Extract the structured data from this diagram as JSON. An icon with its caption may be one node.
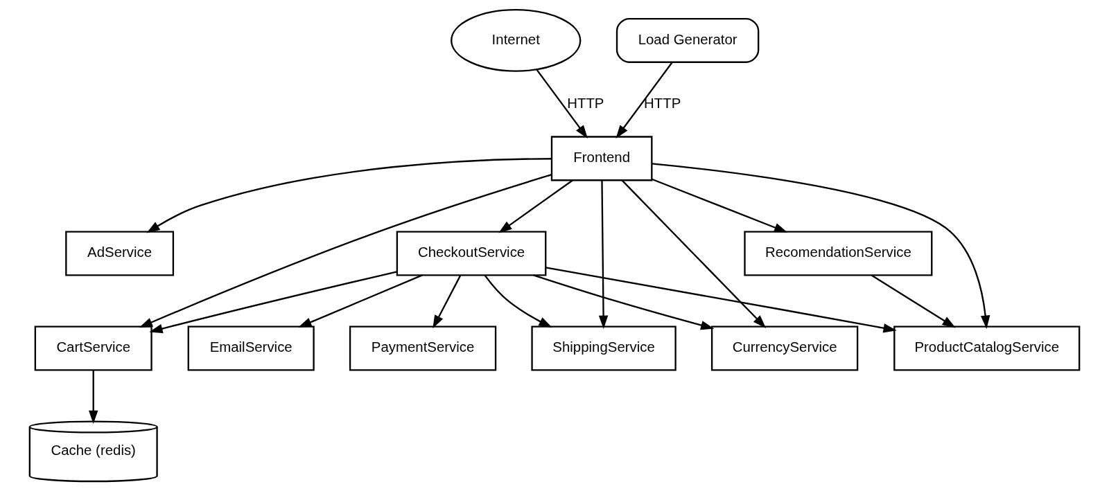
{
  "diagram": {
    "nodes": [
      {
        "text": [
          "Internet"
        ]
      },
      {
        "text": [
          "Load Generator"
        ]
      },
      {
        "text": [
          "EmailService"
        ]
      },
      {
        "text": [
          "AdService"
        ]
      },
      {
        "text": [
          "PaymentService"
        ]
      },
      {
        "text": [
          "CheckoutService"
        ]
      },
      {
        "text": [
          "CartService"
        ]
      },
      {
        "text": [
          "Frontend"
        ]
      },
      {
        "text": [
          "Cache (redis)"
        ]
      },
      {
        "text": [
          "ShippingService"
        ]
      },
      {
        "text": [
          "CurrencyService"
        ]
      },
      {
        "text": [
          "ProductCatalogService"
        ]
      },
      {
        "text": [
          "RecomendationService"
        ]
      }
    ],
    "edges": [
      {
        "from": 0,
        "to": 7,
        "arrow": "to",
        "label": "HTTP"
      },
      {
        "from": 1,
        "to": 7,
        "arrow": "to",
        "label": "HTTP"
      },
      {
        "from": 5,
        "to": 2,
        "arrow": "to"
      },
      {
        "from": 5,
        "to": 4,
        "arrow": "to"
      },
      {
        "from": 5,
        "to": 9,
        "arrow": "to"
      },
      {
        "from": 5,
        "to": 6,
        "arrow": "to"
      },
      {
        "from": 5,
        "to": 10,
        "arrow": "to"
      },
      {
        "from": 5,
        "to": 11,
        "arrow": "to"
      },
      {
        "from": 7,
        "to": 3,
        "arrow": "to"
      },
      {
        "from": 7,
        "to": 5,
        "arrow": "to"
      },
      {
        "from": 7,
        "to": 6,
        "arrow": "to"
      },
      {
        "from": 7,
        "to": 9,
        "arrow": "to"
      },
      {
        "from": 7,
        "to": 10,
        "arrow": "to"
      },
      {
        "from": 7,
        "to": 11,
        "arrow": "to"
      },
      {
        "from": 7,
        "to": 12,
        "arrow": "to"
      },
      {
        "from": 6,
        "to": 8,
        "arrow": "to"
      },
      {
        "from": 12,
        "to": 11,
        "arrow": "to"
      }
    ]
  }
}
